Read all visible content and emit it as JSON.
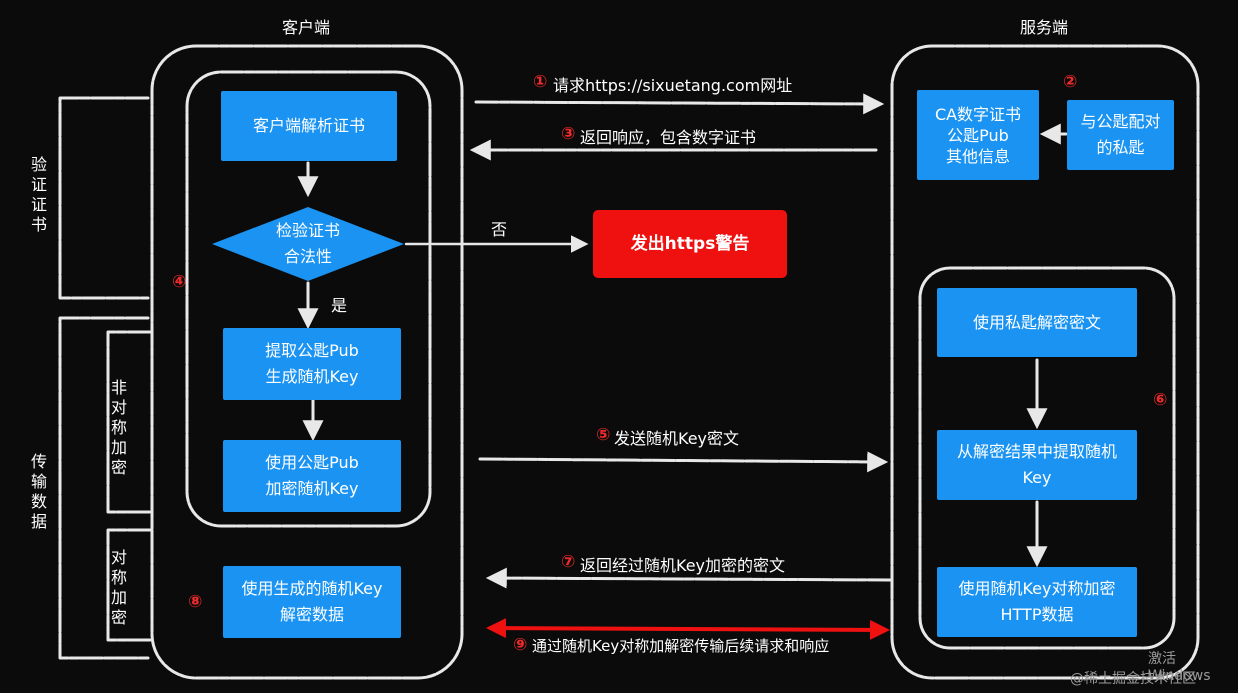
{
  "headers": {
    "client": "客户端",
    "server": "服务端"
  },
  "side_labels": {
    "verify_cert": "验证证书",
    "transmit": "传输数据",
    "asymmetric": "非对称加密",
    "symmetric": "对称加密"
  },
  "client_boxes": {
    "parse_cert": "客户端解析证书",
    "check_valid": "检验证书\n合法性",
    "extract_key": "提取公匙Pub\n生成随机Key",
    "encrypt_key": "使用公匙Pub\n加密随机Key",
    "decrypt_data": "使用生成的随机Key\n解密数据"
  },
  "server_boxes": {
    "ca_cert": "CA数字证书\n公匙Pub\n其他信息",
    "private_key": "与公匙配对\n的私匙",
    "decrypt_cipher": "使用私匙解密密文",
    "extract_random": "从解密结果中提取随机\nKey",
    "encrypt_http": "使用随机Key对称加密\nHTTP数据"
  },
  "warning_box": "发出https警告",
  "decision": {
    "no": "否",
    "yes": "是"
  },
  "steps": {
    "s1_num": "①",
    "s1": "请求https://sixuetang.com网址",
    "s2_num": "②",
    "s3_num": "③",
    "s3": "返回响应，包含数字证书",
    "s4_num": "④",
    "s5_num": "⑤",
    "s5": "发送随机Key密文",
    "s6_num": "⑥",
    "s7_num": "⑦",
    "s7": "返回经过随机Key加密的密文",
    "s8_num": "⑧",
    "s9_num": "⑨",
    "s9": "通过随机Key对称加解密传输后续请求和响应"
  },
  "watermarks": {
    "windows": "激活 Windows",
    "juejin": "@稀土掘金技术社区"
  },
  "colors": {
    "box_blue": "#1a93f2",
    "warning_red": "#ef1010",
    "step_red": "#ef2a2a",
    "chalk": "#e8e8e8",
    "background": "#0b0b0b"
  }
}
